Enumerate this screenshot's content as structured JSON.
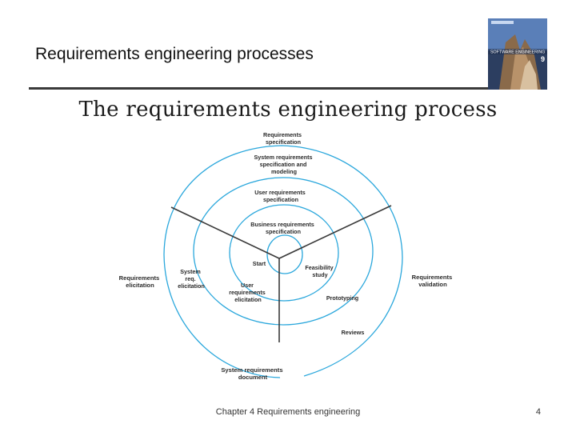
{
  "slide": {
    "title": "Requirements engineering processes",
    "footer": "Chapter 4 Requirements engineering",
    "page_number": "4"
  },
  "book_cover": {
    "lines": [
      "SOFTWARE ENGINEERING",
      "9"
    ],
    "colors": {
      "sky": "#5a7fb8",
      "building": "#8a6a4a",
      "accent": "#c8d8f0"
    }
  },
  "diagram": {
    "heading": "The requirements engineering process",
    "ring_color": "#2aa7dc",
    "axis_color": "#3a3a3a",
    "labels": {
      "req_spec": [
        "Requirements",
        "specification"
      ],
      "sys_spec": [
        "System requirements",
        "specification and",
        "modeling"
      ],
      "user_spec": [
        "User requirements",
        "specification"
      ],
      "biz_spec": [
        "Business requirements",
        "specification"
      ],
      "start": "Start",
      "feasibility": [
        "Feasibility",
        "study"
      ],
      "req_elicitation": [
        "Requirements",
        "elicitation"
      ],
      "sys_elicitation": [
        "System",
        "req.",
        "elicitation"
      ],
      "user_elicitation": [
        "User",
        "requirements",
        "elicitation"
      ],
      "prototyping": "Prototyping",
      "req_validation": [
        "Requirements",
        "validation"
      ],
      "reviews": "Reviews",
      "sys_doc": [
        "System requirements",
        "document"
      ]
    }
  }
}
